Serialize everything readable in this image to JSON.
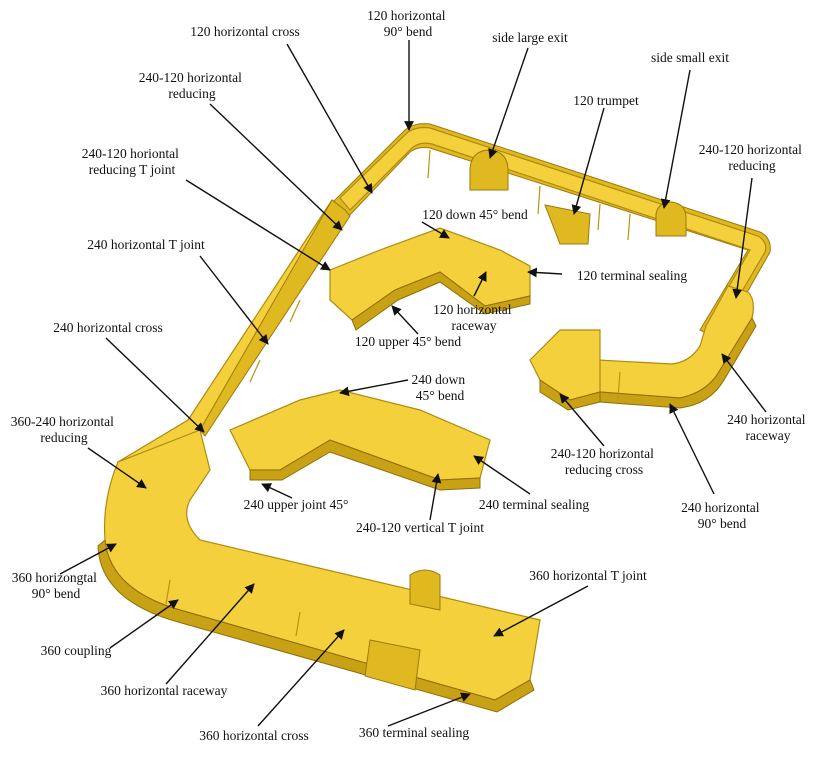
{
  "colors": {
    "tray_main": "#F4D13C",
    "tray_wall": "#E0B820",
    "tray_shadow": "#C9A114",
    "label_text": "#111111",
    "background": "#FFFFFF"
  },
  "labels": {
    "l01": [
      "120 horizontal cross"
    ],
    "l02": [
      "120 horizontal",
      "90° bend"
    ],
    "l03": [
      "side large exit"
    ],
    "l04": [
      "side small exit"
    ],
    "l05": [
      "240-120 horizontal",
      "reducing"
    ],
    "l06": [
      "120 trumpet"
    ],
    "l07": [
      "240-120 horiontal",
      "reducing T joint"
    ],
    "l08": [
      "240-120 horizontal",
      "reducing"
    ],
    "l09": [
      "120 down 45° bend"
    ],
    "l10": [
      "240 horizontal T joint"
    ],
    "l11": [
      "120 terminal sealing"
    ],
    "l12": [
      "120 horizontal",
      "raceway"
    ],
    "l13": [
      "240 horizontal cross"
    ],
    "l14": [
      "120 upper 45° bend"
    ],
    "l15": [
      "240 down",
      "45° bend"
    ],
    "l16": [
      "240 horizontal",
      "raceway"
    ],
    "l17": [
      "360-240 horizontal",
      "reducing"
    ],
    "l18": [
      "240-120 horizontal",
      "reducing cross"
    ],
    "l19": [
      "240 upper joint 45°"
    ],
    "l20": [
      "240 terminal sealing"
    ],
    "l21": [
      "240-120 vertical T joint"
    ],
    "l22": [
      "240 horizontal",
      "90° bend"
    ],
    "l23": [
      "360 horizongtal",
      "90° bend"
    ],
    "l24": [
      "360 horizontal T joint"
    ],
    "l25": [
      "360 coupling"
    ],
    "l26": [
      "360 horizontal raceway"
    ],
    "l27": [
      "360 horizontal cross"
    ],
    "l28": [
      "360 terminal sealing"
    ]
  }
}
